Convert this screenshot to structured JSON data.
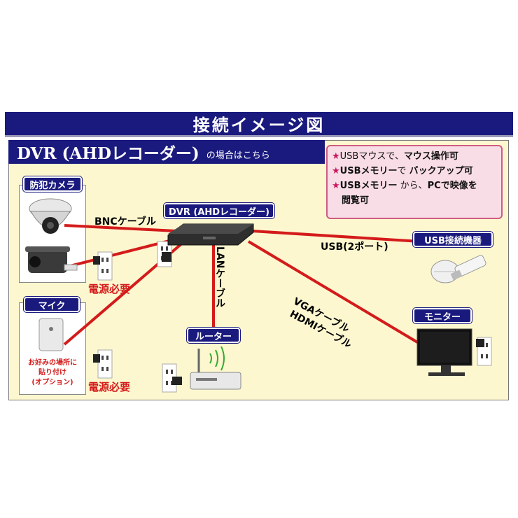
{
  "title": "接続イメージ図",
  "subtitle": {
    "main": "DVR (AHDレコーダー)",
    "suffix": "の場合はこちら"
  },
  "notes": [
    {
      "star": "★",
      "part1": "USBマウスで、",
      "part2": "マウス操作可",
      "part3": ""
    },
    {
      "star": "★",
      "part1": "USBメモリー",
      "part2": "で ",
      "part3": "バックアップ可"
    },
    {
      "star": "★",
      "part1": "USBメモリー",
      "part2": " から、",
      "part3": "PCで映像を",
      "part4": "閲覧可"
    }
  ],
  "labels": {
    "camera": "防犯カメラ",
    "dvr": "DVR (AHDレコーダー)",
    "usb_device": "USB接続機器",
    "mic": "マイク",
    "router": "ルーター",
    "monitor": "モニター"
  },
  "cables": {
    "bnc": "BNCケーブル",
    "usb": "USB(2ポート)",
    "lan": "LANケーブル",
    "vga": "VGAケーブル",
    "hdmi": "HDMIケーブル"
  },
  "power_required_1": "電源必要",
  "power_required_2": "電源必要",
  "mic_note": [
    "お好みの場所に",
    "貼り付け",
    "(オプション)"
  ],
  "colors": {
    "navy": "#1a1a7e",
    "cable_red": "#d41b1b",
    "panel_bg": "#fdf7cf",
    "note_bg": "#f9dde6"
  }
}
